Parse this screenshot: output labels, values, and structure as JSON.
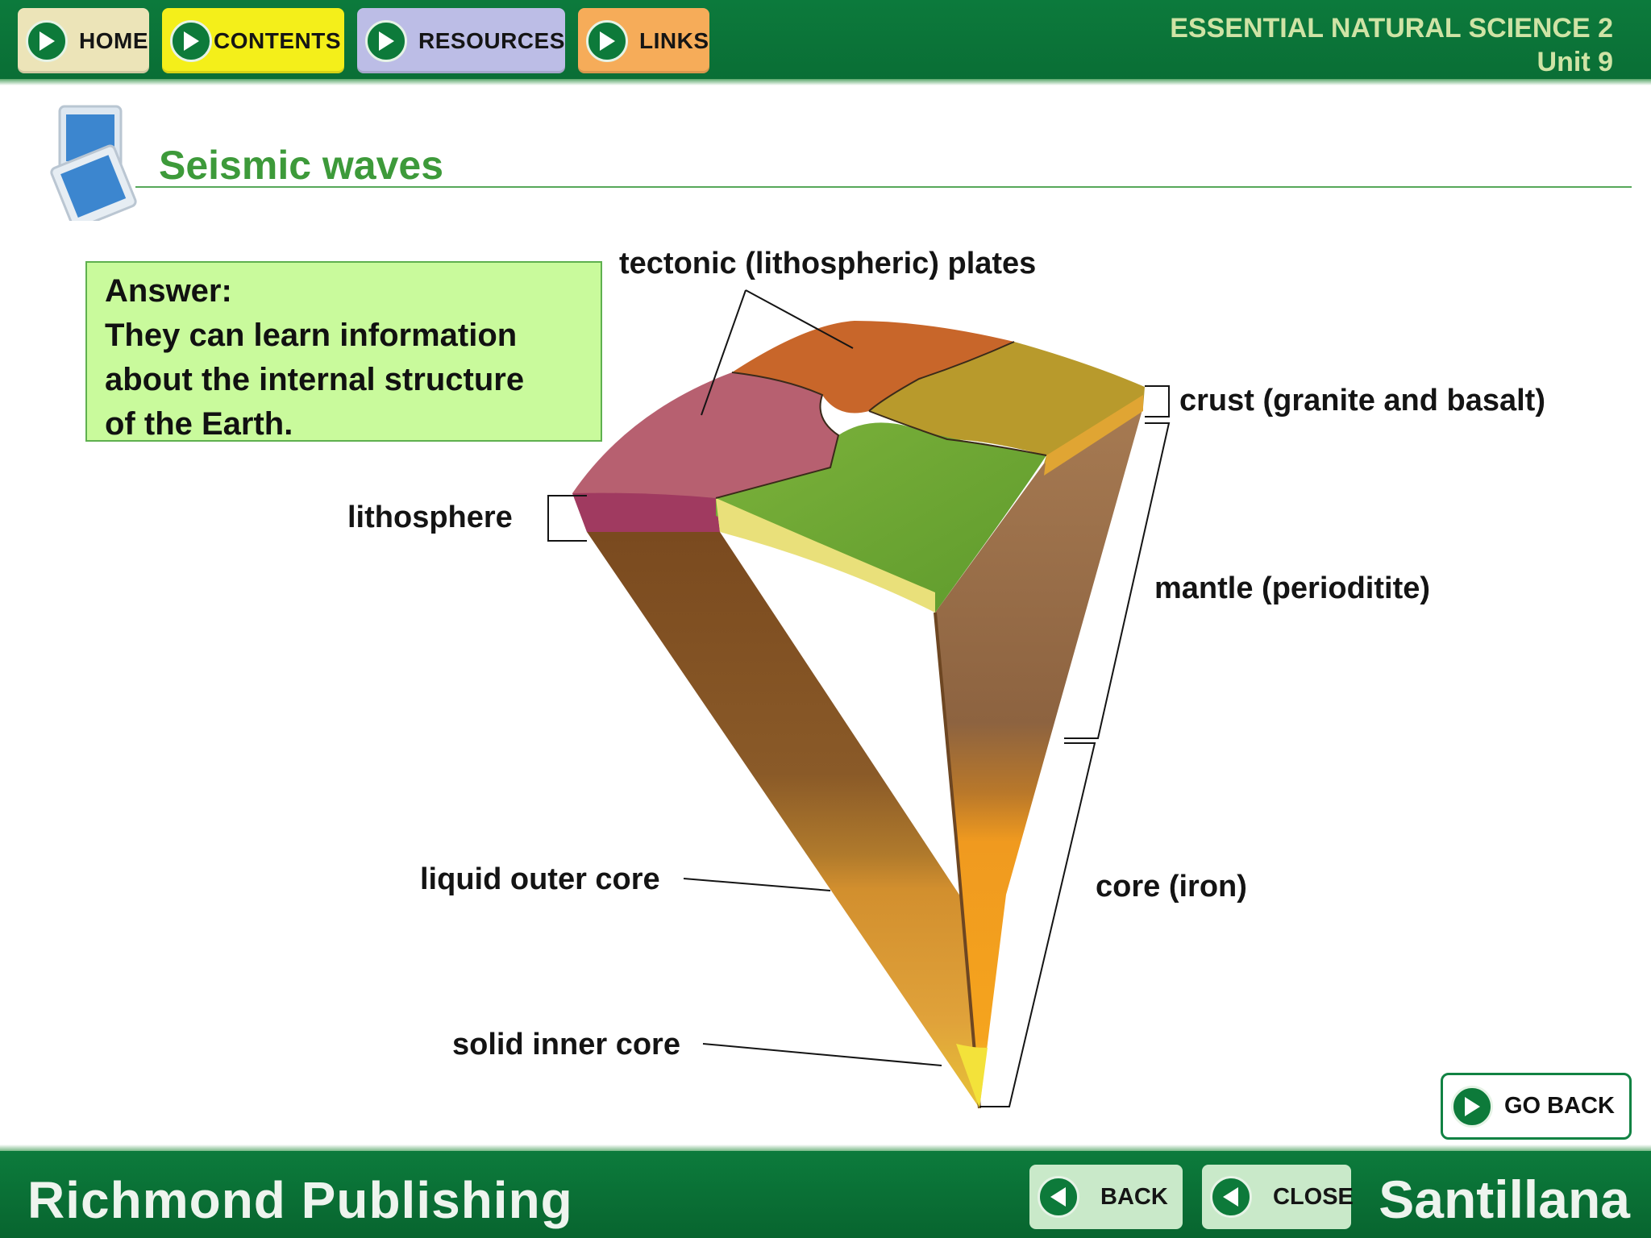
{
  "header": {
    "nav": [
      {
        "label": "HOME"
      },
      {
        "label": "CONTENTS"
      },
      {
        "label": "RESOURCES"
      },
      {
        "label": "LINKS"
      }
    ],
    "course_title": "ESSENTIAL NATURAL SCIENCE 2",
    "unit": "Unit 9"
  },
  "section": {
    "title": "Seismic waves"
  },
  "answer": {
    "heading": "Answer:",
    "lines": [
      "They can learn information",
      "about the internal structure",
      "of the Earth."
    ]
  },
  "diagram": {
    "labels": {
      "plates": "tectonic (lithospheric) plates",
      "crust": "crust (granite and basalt)",
      "lithosphere": "lithosphere",
      "mantle": "mantle  (perioditite)",
      "outer_core": "liquid outer core",
      "core": "core (iron)",
      "inner_core": "solid inner core"
    }
  },
  "footer": {
    "go_back": "GO BACK",
    "back": "BACK",
    "close": "CLOSE",
    "brand_left": "Richmond Publishing",
    "brand_right": "Santillana"
  },
  "colors": {
    "header_green": "#0c7a3c",
    "title_green": "#3d9a3a",
    "answer_bg": "#c9fa9c",
    "home_btn": "#ece4b8",
    "contents_btn": "#f4ef1a",
    "resources_btn": "#bcbde6",
    "links_btn": "#f6ac59"
  }
}
